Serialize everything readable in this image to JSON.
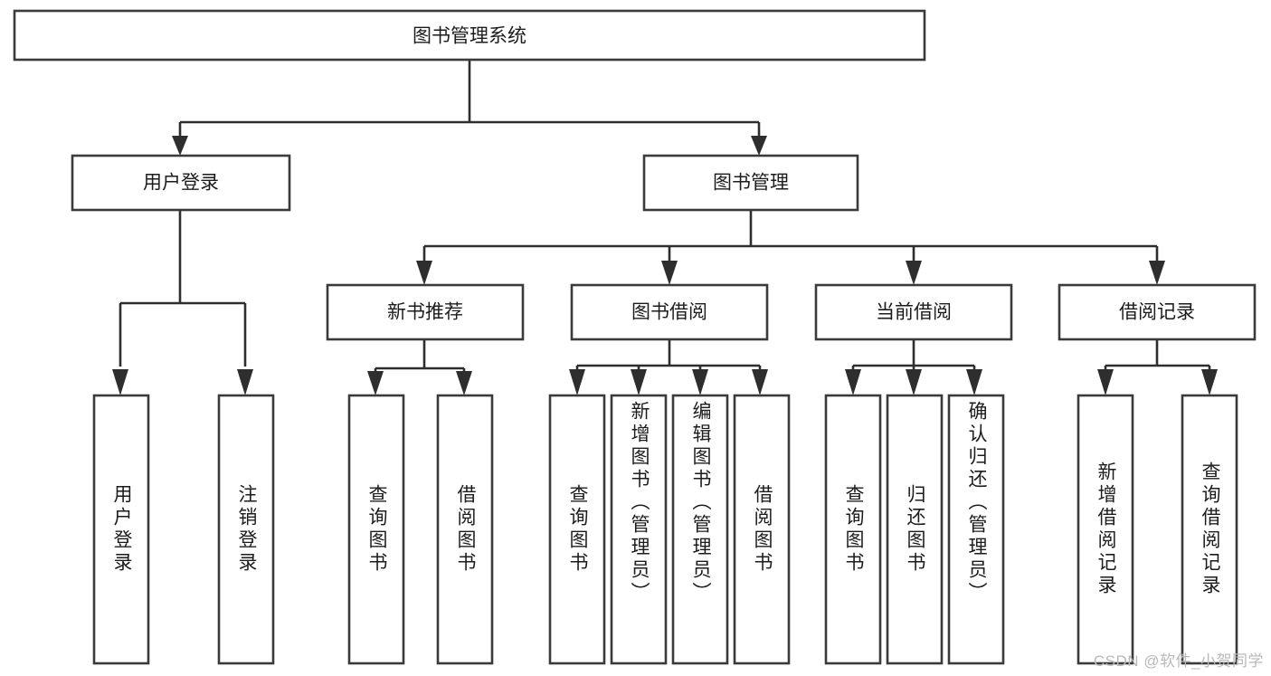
{
  "diagram": {
    "type": "tree-flowchart",
    "title": "图书管理系统",
    "watermark": "CSDN @软件_小贺同学",
    "colors": {
      "box_stroke": "#3a3a3a",
      "connector": "#2e2e2e",
      "text": "#1c1c1c",
      "background": "#ffffff",
      "watermark": "#b9b9b9"
    },
    "levels": {
      "root": {
        "label": "图书管理系统"
      },
      "level2": [
        {
          "label": "用户登录"
        },
        {
          "label": "图书管理"
        }
      ],
      "level3": [
        {
          "label": "新书推荐"
        },
        {
          "label": "图书借阅"
        },
        {
          "label": "当前借阅"
        },
        {
          "label": "借阅记录"
        }
      ],
      "leaves": {
        "user_login": [
          {
            "label": "用户登录"
          },
          {
            "label": "注销登录"
          }
        ],
        "new_book_recommend": [
          {
            "label": "查询图书"
          },
          {
            "label": "借阅图书"
          }
        ],
        "book_borrow": [
          {
            "label": "查询图书"
          },
          {
            "label": "新增图书（管理员）"
          },
          {
            "label": "编辑图书（管理员）"
          },
          {
            "label": "借阅图书"
          }
        ],
        "current_borrow": [
          {
            "label": "查询图书"
          },
          {
            "label": "归还图书"
          },
          {
            "label": "确认归还（管理员）"
          }
        ],
        "borrow_record": [
          {
            "label": "新增借阅记录"
          },
          {
            "label": "查询借阅记录"
          }
        ]
      }
    }
  }
}
